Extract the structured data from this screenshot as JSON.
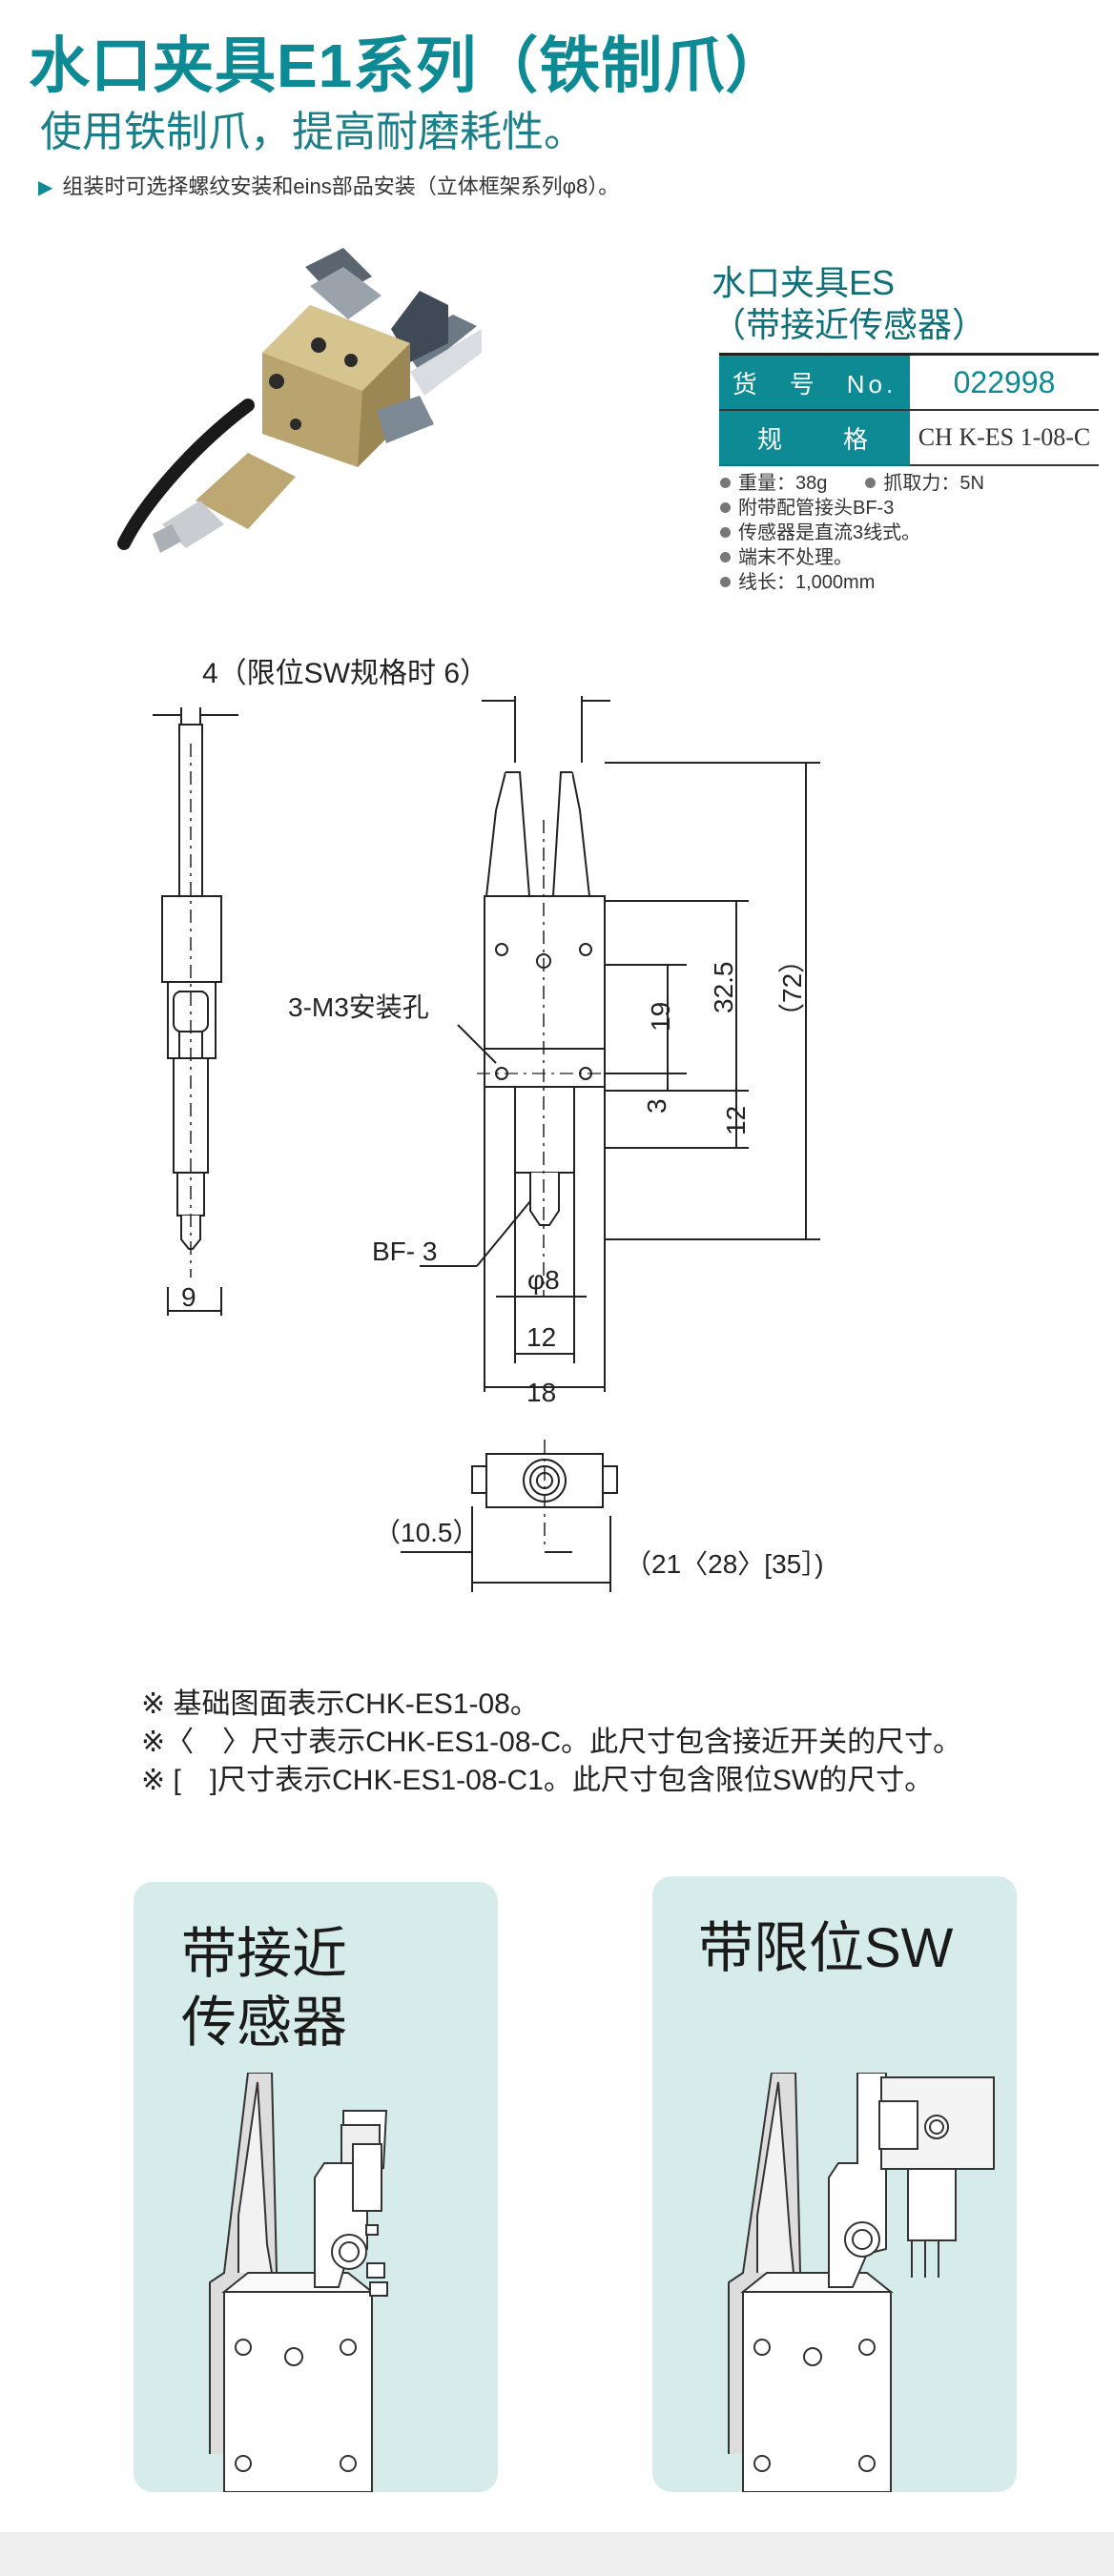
{
  "header": {
    "title": "水口夹具E1系列（铁制爪）",
    "subtitle": "使用铁制爪，提高耐磨耗性。",
    "note": "组装时可选择螺纹安装和eins部品安装（立体框架系列φ8）。"
  },
  "product": {
    "name_line1": "水口夹具ES",
    "name_line2": "（带接近传感器）",
    "table": {
      "item_no_label": "货　号　No.",
      "item_no_value": "022998",
      "spec_label": "规　　格",
      "spec_value": "CH K-ES 1-08-C"
    },
    "specs": [
      {
        "text": "重量：38g",
        "text2": "抓取力：5N"
      },
      {
        "text": "附带配管接头BF-3"
      },
      {
        "text": "传感器是直流3线式。"
      },
      {
        "text": "端末不处理。"
      },
      {
        "text": "线长：1,000mm"
      }
    ]
  },
  "drawing": {
    "dim_top": "4（限位SW规格时 6）",
    "hole_label": "3-M3安装孔",
    "fitting_label": "BF- 3",
    "dim_19": "19",
    "dim_32_5": "32.5",
    "dim_72": "（72）",
    "dim_3": "3",
    "dim_12v": "12",
    "dim_9": "9",
    "dim_phi8": "φ8",
    "dim_12": "12",
    "dim_18": "18",
    "dim_10_5": "（10.5）",
    "dim_21": "（21〈28〉[35］)"
  },
  "footnotes": [
    "※ 基础图面表示CHK-ES1-08。",
    "※〈　〉尺寸表示CHK-ES1-08-C。此尺寸包含接近开关的尺寸。",
    "※ [　]尺寸表示CHK-ES1-08-C1。此尺寸包含限位SW的尺寸。"
  ],
  "panels": {
    "left_title_line1": "带接近",
    "left_title_line2": "传感器",
    "right_title": "带限位SW"
  },
  "colors": {
    "accent": "#0d8a94",
    "panel_bg": "#d6ecea"
  }
}
